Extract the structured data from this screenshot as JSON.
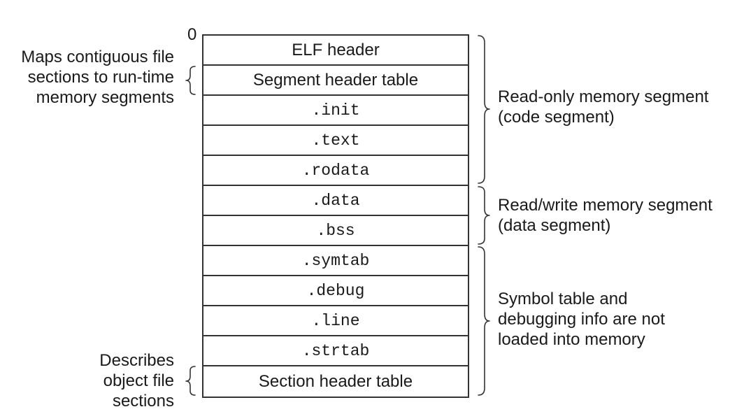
{
  "offset_label": "0",
  "rows": [
    {
      "label": "ELF header",
      "mono": false
    },
    {
      "label": "Segment header table",
      "mono": false
    },
    {
      "label": ".init",
      "mono": true
    },
    {
      "label": ".text",
      "mono": true
    },
    {
      "label": ".rodata",
      "mono": true
    },
    {
      "label": ".data",
      "mono": true
    },
    {
      "label": ".bss",
      "mono": true
    },
    {
      "label": ".symtab",
      "mono": true
    },
    {
      "label": ".debug",
      "mono": true
    },
    {
      "label": ".line",
      "mono": true
    },
    {
      "label": ".strtab",
      "mono": true
    },
    {
      "label": "Section header table",
      "mono": false
    }
  ],
  "left_annotations": {
    "segment_header": {
      "lines": [
        "Maps contiguous file",
        "sections to run-time",
        "memory segments"
      ]
    },
    "section_header": {
      "lines": [
        "Describes",
        "object file",
        "sections"
      ]
    }
  },
  "right_annotations": {
    "read_only": {
      "lines": [
        "Read-only memory segment",
        "(code segment)"
      ]
    },
    "read_write": {
      "lines": [
        "Read/write memory segment",
        "(data segment)"
      ]
    },
    "symbol_debug": {
      "lines": [
        "Symbol table and",
        "debugging info are not",
        "loaded into memory"
      ]
    }
  }
}
